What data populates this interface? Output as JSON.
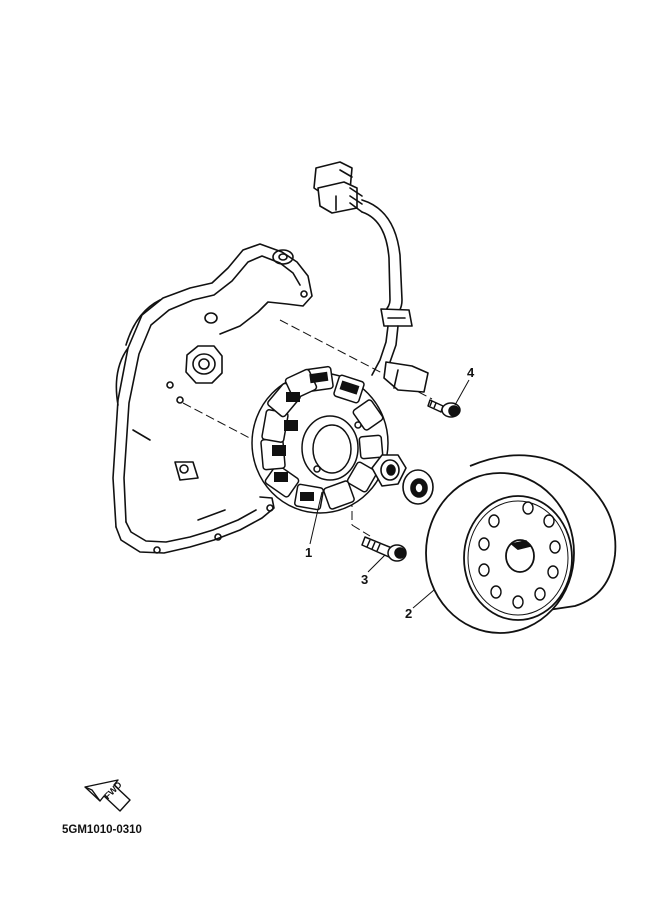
{
  "diagram": {
    "callouts": {
      "part1": "1",
      "part2": "2",
      "part3": "3",
      "part4": "4"
    },
    "fwd_label": "FWD",
    "code": "5GM1010-0310",
    "line_color": "#111111",
    "background": "#ffffff"
  }
}
